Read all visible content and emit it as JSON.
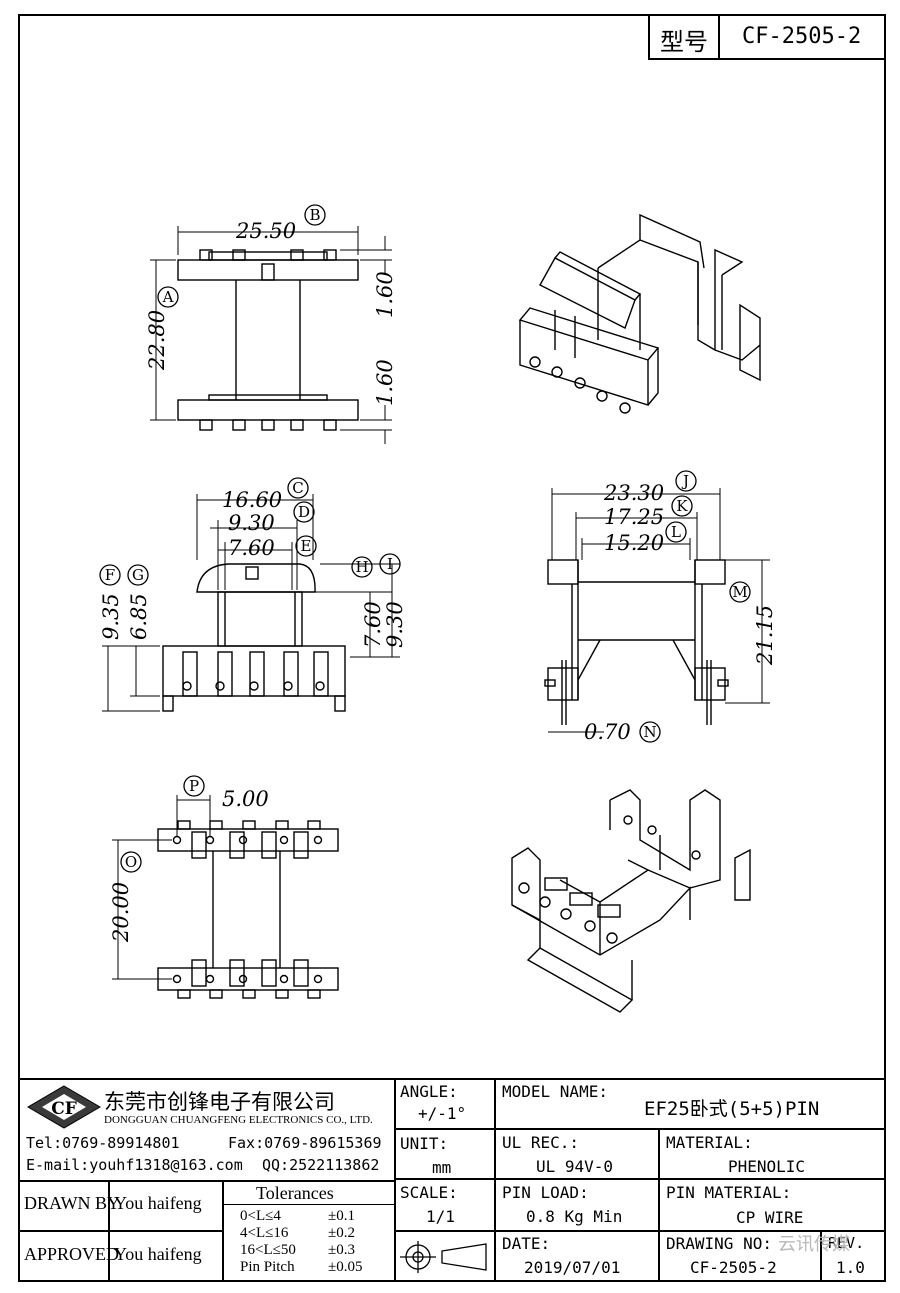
{
  "header": {
    "model_label": "型号",
    "model_code": "CF-2505-2"
  },
  "dims": {
    "d25_50": "25.50",
    "d22_80": "22.80",
    "d1_60_top": "1.60",
    "d1_60_bot": "1.60",
    "d16_60": "16.60",
    "d9_30": "9.30",
    "d7_60": "7.60",
    "d9_35": "9.35",
    "d6_85": "6.85",
    "d7_60b": "7.60",
    "d9_30b": "9.30",
    "d23_30": "23.30",
    "d17_25": "17.25",
    "d15_20": "15.20",
    "d21_15": "21.15",
    "d0_70": "0.70",
    "d5_00": "5.00",
    "d20_00": "20.00"
  },
  "markers": [
    "A",
    "B",
    "C",
    "D",
    "E",
    "F",
    "G",
    "H",
    "I",
    "J",
    "K",
    "L",
    "M",
    "N",
    "O",
    "P"
  ],
  "company": {
    "logo": "CF",
    "name_cn": "东莞市创锋电子有限公司",
    "name_en": "DONGGUAN CHUANGFENG ELECTRONICS CO., LTD.",
    "tel": "Tel:0769-89914801",
    "fax": "Fax:0769-89615369",
    "email": "E-mail:youhf1318@163.com",
    "qq": "QQ:2522113862"
  },
  "title_block": {
    "angle_label": "ANGLE:",
    "angle_value": "+/-1°",
    "unit_label": "UNIT:",
    "unit_value": "mm",
    "scale_label": "SCALE:",
    "scale_value": "1/1",
    "model_name_label": "MODEL NAME:",
    "model_name_value": "EF25卧式(5+5)PIN",
    "ul_label": "UL REC.:",
    "ul_value": "UL 94V-0",
    "material_label": "MATERIAL:",
    "material_value": "PHENOLIC",
    "pin_load_label": "PIN LOAD:",
    "pin_load_value": "0.8 Kg Min",
    "pin_material_label": "PIN MATERIAL:",
    "pin_material_value": "CP WIRE",
    "date_label": "DATE:",
    "date_value": "2019/07/01",
    "drawing_no_label": "DRAWING NO:",
    "drawing_no_value": "CF-2505-2",
    "rev_label": "REV.",
    "rev_value": "1.0",
    "drawn_by_label": "DRAWN BY",
    "drawn_by_value": "You haifeng",
    "approved_label": "APPROVED",
    "approved_value": "You haifeng",
    "tolerances_title": "Tolerances",
    "tolerances": [
      {
        "range": "0<L≤4",
        "tol": "±0.1"
      },
      {
        "range": "4<L≤16",
        "tol": "±0.2"
      },
      {
        "range": "16<L≤50",
        "tol": "±0.3"
      },
      {
        "range": "Pin Pitch",
        "tol": "±0.05"
      }
    ]
  },
  "watermark": "云讯传媒"
}
